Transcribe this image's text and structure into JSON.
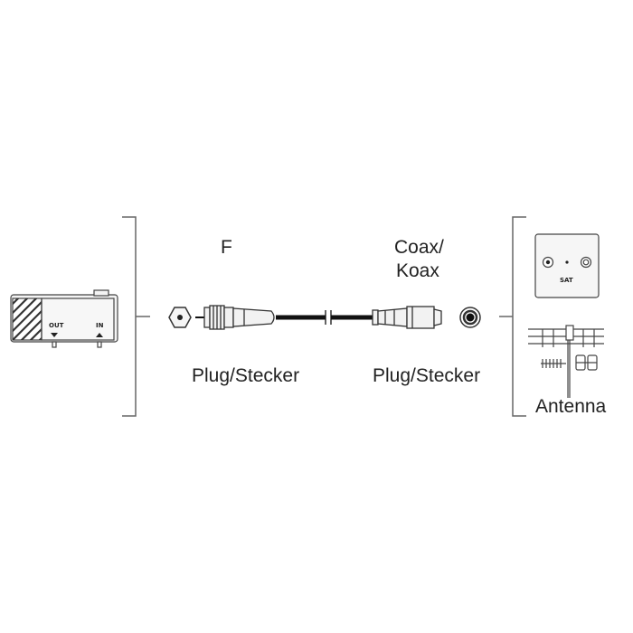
{
  "labels": {
    "f_connector": "F",
    "coax_line1": "Coax/",
    "coax_line2": "Koax",
    "plug_left": "Plug/Stecker",
    "plug_right": "Plug/Stecker",
    "antenna": "Antenna"
  },
  "device_labels": {
    "out": "OUT",
    "in": "IN",
    "sat": "SAT"
  },
  "colors": {
    "line": "#555555",
    "cable": "#111111",
    "fill": "#f2f2f2",
    "text": "#222222"
  }
}
